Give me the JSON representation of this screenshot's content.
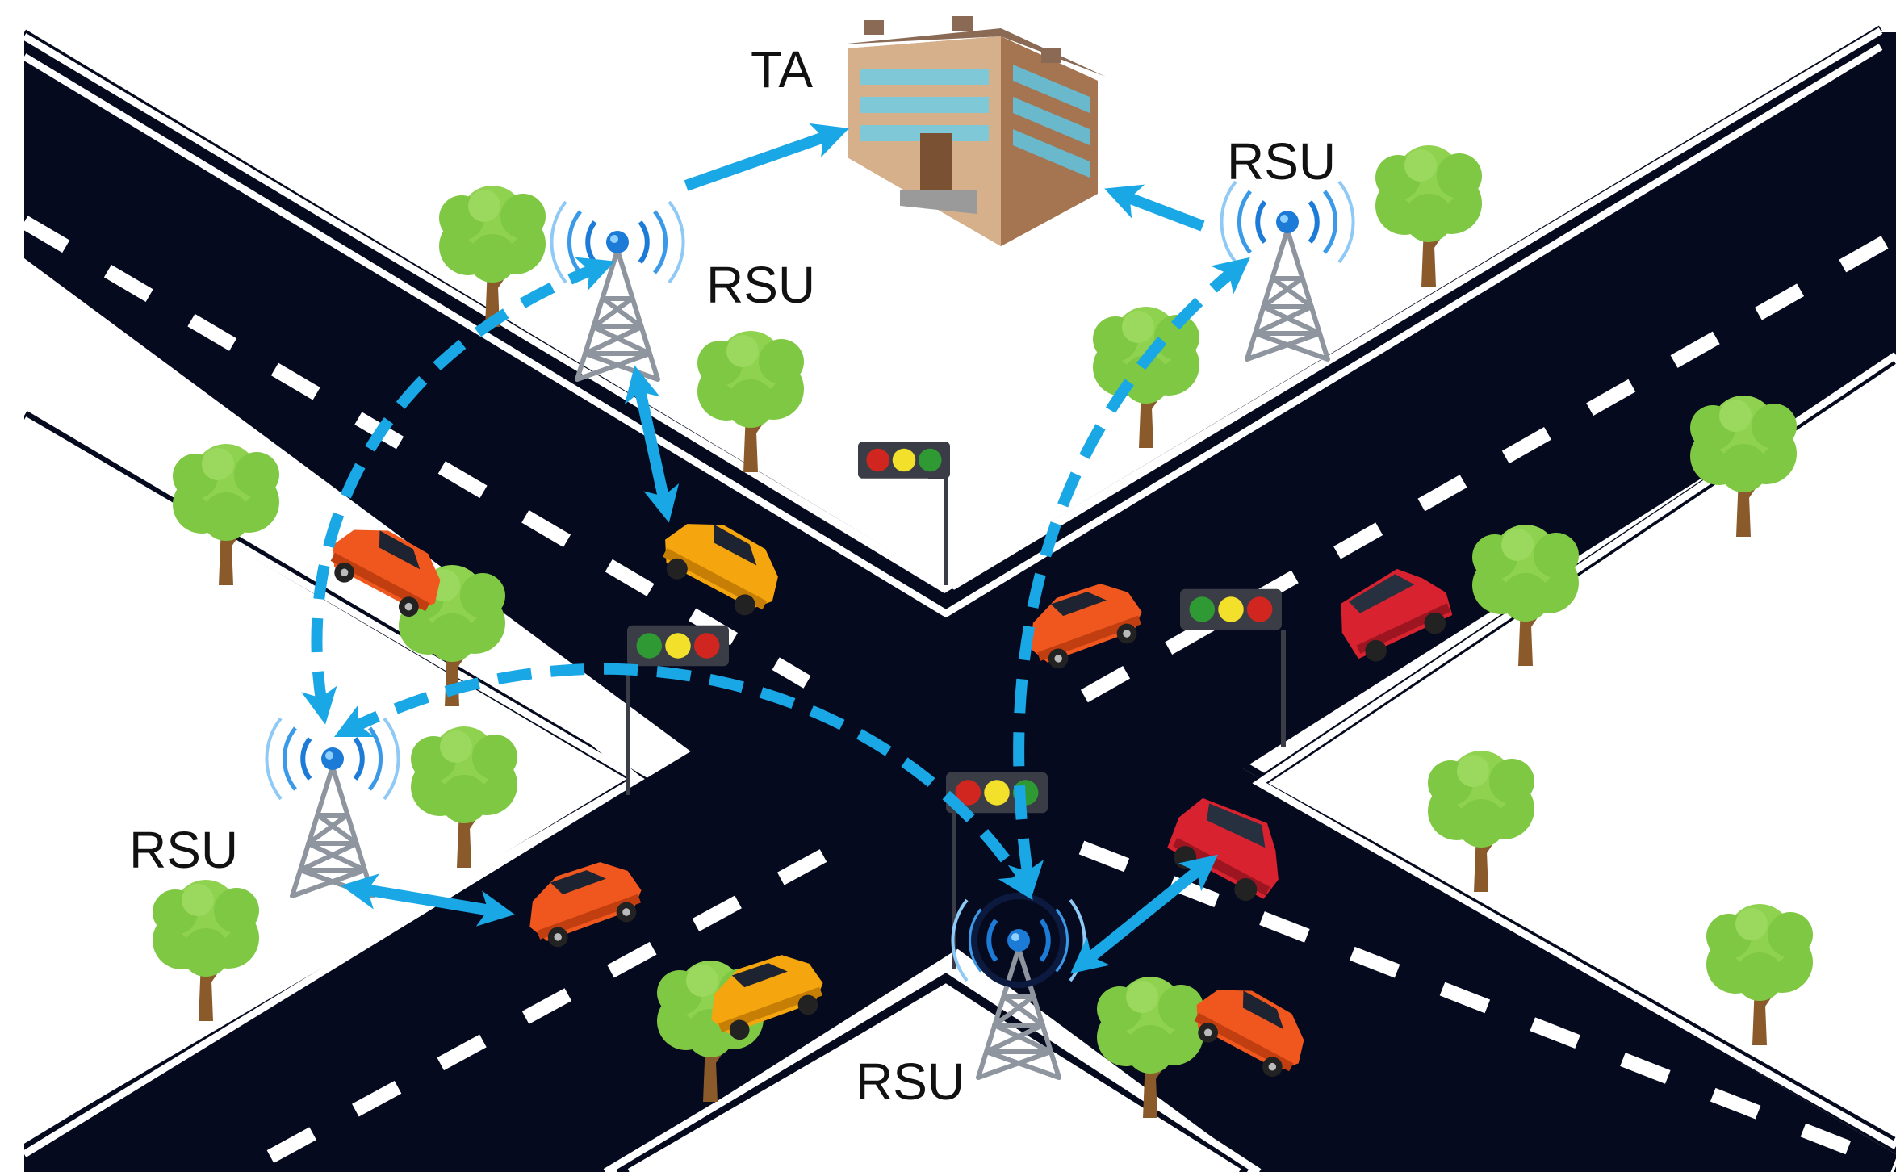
{
  "labels": {
    "ta": "TA",
    "rsu_top_left": "RSU",
    "rsu_top_right": "RSU",
    "rsu_left": "RSU",
    "rsu_bottom": "RSU"
  },
  "colors": {
    "road": "#050a1e",
    "road_edge": "#ffffff",
    "link": "#1aa7e6",
    "tower": "#8e959e",
    "signal_wave": "#1c7bd6",
    "tree_leaf": "#7fc843",
    "tree_trunk": "#8a5a2b",
    "building": "#c9a27a"
  },
  "icons": {
    "authority": "building-icon",
    "roadside_unit": "cell-tower-icon",
    "vehicle": "car-icon",
    "traffic_light": "traffic-light-icon",
    "tree": "tree-icon"
  }
}
